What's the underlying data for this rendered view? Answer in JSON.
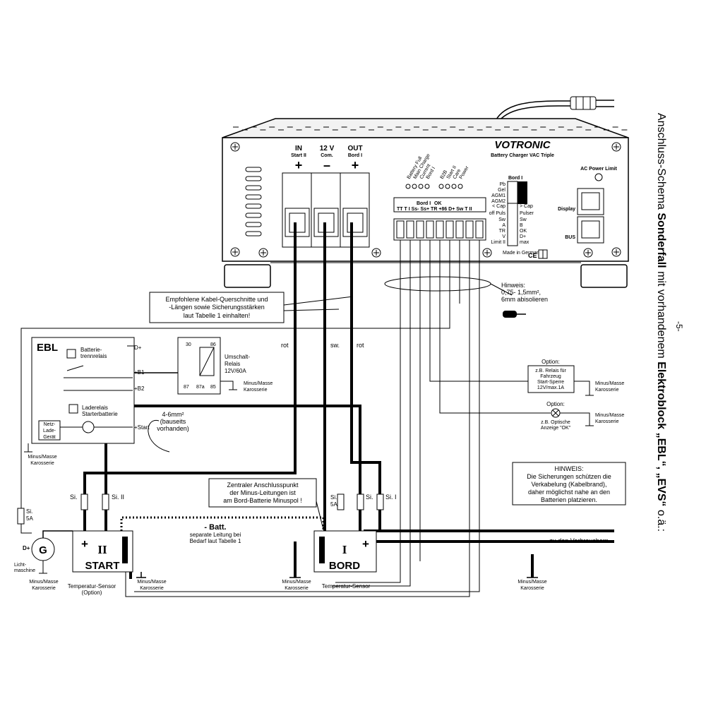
{
  "page": {
    "number": "-5-"
  },
  "side_title": {
    "pre": "Anschluss-Schema ",
    "bold1": "Sonderfall",
    "mid": " mit vorhandenem ",
    "bold2": "Elektroblock „EBL“, „EVS“",
    "post": " o.ä.:"
  },
  "charger": {
    "brand": "VOTRONIC",
    "model": "Battery Charger VAC Triple",
    "terminals": [
      {
        "top": "IN",
        "sub": "Start II",
        "sign": "+"
      },
      {
        "top": "12 V",
        "sub": "Com.",
        "sign": "–"
      },
      {
        "top": "OUT",
        "sub": "Bord I",
        "sign": "+"
      }
    ],
    "leds": [
      "Battery Full",
      "Main Charge",
      "Current",
      "Bord I",
      "B2B",
      "Start II",
      "Care",
      "Power"
    ],
    "bord_switch_title": "Bord I",
    "bord_switch_rows": [
      "Pb",
      "Gel",
      "AGM1",
      "AGM2"
    ],
    "limit_rows": [
      "< Cap",
      "off Puls",
      "Sw",
      "A",
      "TR",
      "V",
      "Limit II"
    ],
    "limit_right": [
      "> Cap",
      "Pulser",
      "Sw",
      "B",
      "OK",
      "D+",
      "max"
    ],
    "terminal_strip_head1": "Bord I",
    "terminal_strip_head2": "OK",
    "terminal_strip": "TT  T I  Ss-  Ss+  TR  +86  D+  Sw  T II",
    "ac_power_limit": "AC Power Limit",
    "display_label": "Display",
    "bus_label": "BUS",
    "made_in": "Made in Germany",
    "ce": "CE"
  },
  "notes": {
    "hinweis_wire": [
      "Hinweis:",
      "0,75- 1,5mm²,",
      "6mm abisolieren"
    ],
    "cable_recommend": [
      "Empfohlene Kabel-Querschnitte und",
      "-Längen sowie Sicherungsstärken",
      "laut Tabelle 1  einhalten!"
    ],
    "central_point": [
      "Zentraler Anschlusspunkt",
      "der Minus-Leitungen ist",
      "am Bord-Batterie Minuspol !"
    ],
    "hinweis_fuses": [
      "HINWEIS:",
      "Die Sicherungen schützen die",
      "Verkabelung (Kabelbrand),",
      "daher möglichst nahe an den",
      "Batterien platzieren."
    ],
    "option_relay_title": "Option:",
    "option_relay": [
      "z.B. Relais für",
      "Fahrzeug",
      "Start-Sperre",
      "12V/max.1A"
    ],
    "option_lamp_title": "Option:",
    "option_lamp": [
      "z.B. Optische",
      "Anzeige \"OK\""
    ],
    "minus_masse": [
      "Minus/Masse",
      "Karosserie"
    ],
    "cross_section": [
      "4-6mm²",
      "(bauseits",
      "vorhanden)"
    ],
    "batt_label": "- Batt.",
    "batt_note": [
      "separate Leitung bei",
      "Bedarf laut Tabelle 1"
    ],
    "to_loads": "zu den Verbrauchern",
    "wire_colors": [
      "rot",
      "sw.",
      "rot"
    ],
    "temp_sensor_opt": [
      "Temperatur-Sensor",
      "(Option)"
    ],
    "temp_sensor": "Temperatur-Sensor"
  },
  "ebl": {
    "title": "EBL",
    "d_plus": "D+",
    "relay1": [
      "Batterie-",
      "trennrelais"
    ],
    "relay2": [
      "Laderelais",
      "Starterbatterie"
    ],
    "charger_box": [
      "Netz-",
      "Lade-",
      "Gerät"
    ],
    "b1": "+B1",
    "b2": "+B2",
    "start": "+Start"
  },
  "switch_relay": {
    "label": [
      "Umschalt-",
      "Relais",
      "12V/60A"
    ],
    "pins": [
      "30",
      "86",
      "87",
      "87a",
      "85"
    ]
  },
  "batteries": {
    "start": {
      "roman": "II",
      "name": "START",
      "plus": "+",
      "minus": "–"
    },
    "bord": {
      "roman": "I",
      "name": "BORD",
      "plus": "+",
      "minus": "–"
    }
  },
  "fuses": {
    "si": "Si.",
    "si_ii": "Si. II",
    "si_i": "Si. I",
    "si5a": [
      "Si.",
      "5A"
    ]
  },
  "alternator": {
    "symbol": "G",
    "dplus": "D+",
    "label": [
      "Licht-",
      "maschine"
    ]
  }
}
